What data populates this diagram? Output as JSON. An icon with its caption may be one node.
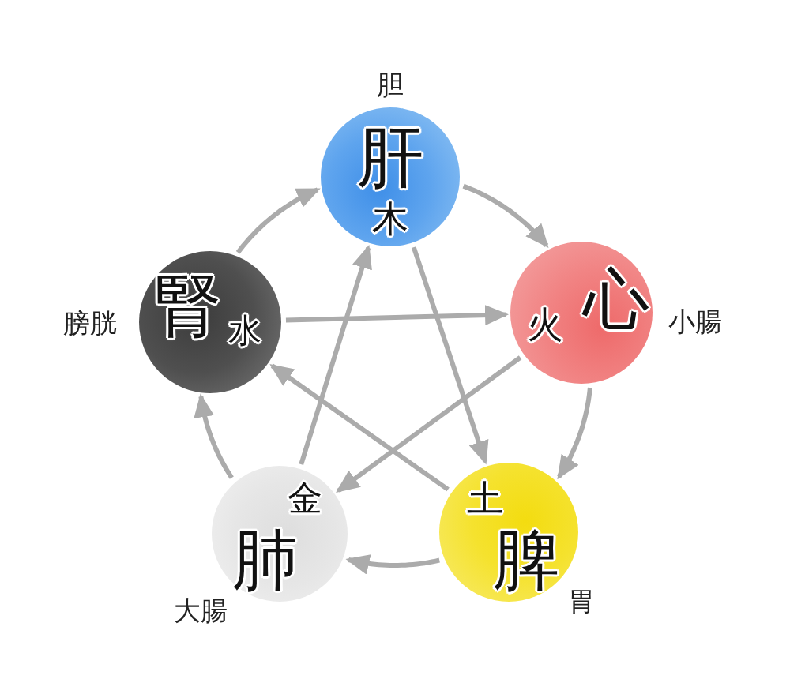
{
  "diagram": {
    "nodes": [
      {
        "text": [
          "肝",
          "木"
        ],
        "beside": [
          "胆"
        ]
      },
      {
        "text": [
          "腎",
          "水"
        ],
        "beside": [
          "膀胱"
        ]
      },
      {
        "text": [
          "火",
          "心"
        ],
        "beside": [
          "小腸"
        ]
      },
      {
        "text": [
          "金",
          "肺"
        ],
        "beside": [
          "大腸"
        ]
      },
      {
        "text": [
          "土",
          "脾"
        ],
        "beside": [
          "胃"
        ]
      }
    ],
    "edges": [
      {
        "from": 0,
        "to": 2,
        "arrow": "to"
      },
      {
        "from": 2,
        "to": 4,
        "arrow": "to"
      },
      {
        "from": 4,
        "to": 3,
        "arrow": "to"
      },
      {
        "from": 3,
        "to": 1,
        "arrow": "to"
      },
      {
        "from": 1,
        "to": 0,
        "arrow": "to"
      },
      {
        "from": 0,
        "to": 4,
        "arrow": "to"
      },
      {
        "from": 4,
        "to": 1,
        "arrow": "to"
      },
      {
        "from": 1,
        "to": 2,
        "arrow": "to"
      },
      {
        "from": 2,
        "to": 3,
        "arrow": "to"
      },
      {
        "from": 3,
        "to": 0,
        "arrow": "to"
      }
    ]
  }
}
